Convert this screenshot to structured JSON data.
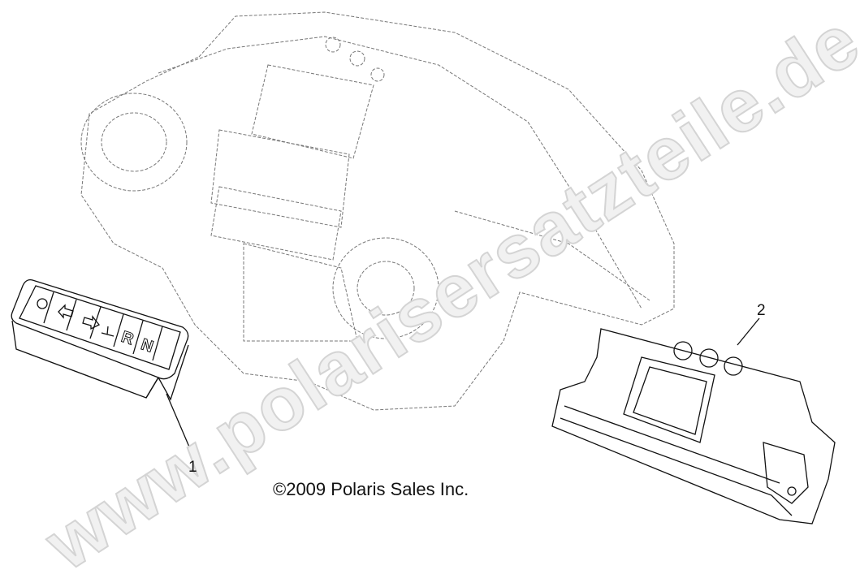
{
  "callouts": {
    "part_1": "1",
    "part_2": "2"
  },
  "copyright": "©2009 Polaris Sales Inc.",
  "watermark": "www.polarisersatzteile.de",
  "indicator_panel": {
    "symbols": [
      "headlight-icon",
      "turn-left-icon",
      "turn-right-icon",
      "park-brake-icon"
    ],
    "letters": [
      "R",
      "N"
    ]
  }
}
